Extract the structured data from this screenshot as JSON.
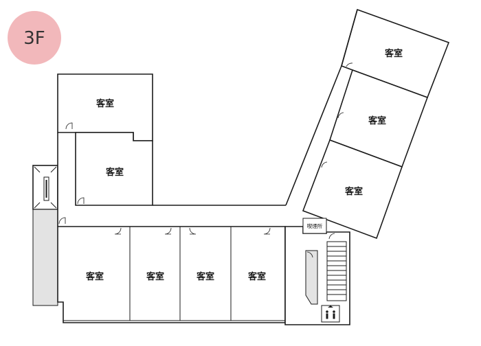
{
  "floor_badge": {
    "label": "3F",
    "color": "#f2b8bb"
  },
  "rooms": {
    "left_top": "客室",
    "left_mid": "客室",
    "bottom_1": "客室",
    "bottom_2": "客室",
    "bottom_3": "客室",
    "bottom_4": "客室",
    "wing_top": "客室",
    "wing_mid": "客室",
    "wing_low": "客室"
  },
  "smoking_area": "喫煙所",
  "icons": [
    "stairs-icon",
    "elevator-icon"
  ]
}
